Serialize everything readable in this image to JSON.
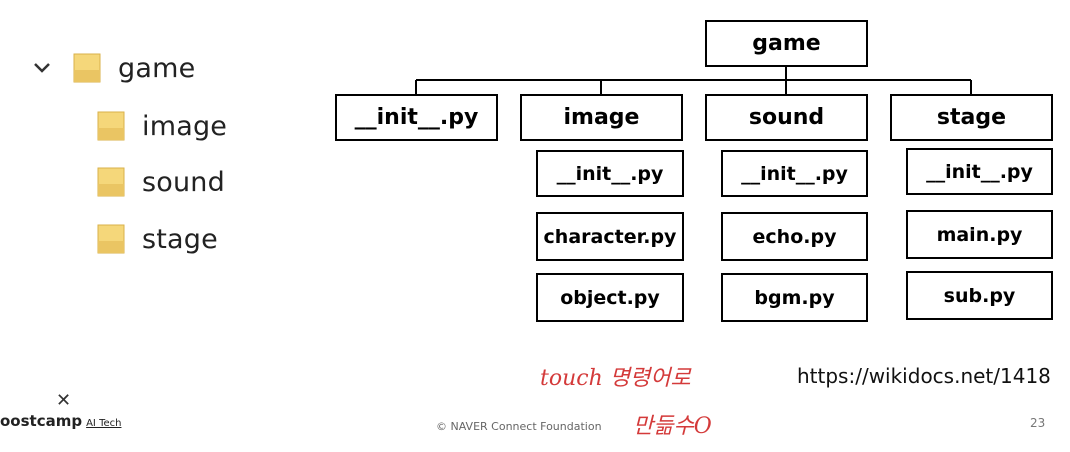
{
  "tree": {
    "root": "game",
    "children": [
      "image",
      "sound",
      "stage"
    ]
  },
  "diagram": {
    "root": "game",
    "level1": [
      "__init__.py",
      "image",
      "sound",
      "stage"
    ],
    "image_files": [
      "__init__.py",
      "character.py",
      "object.py"
    ],
    "sound_files": [
      "__init__.py",
      "echo.py",
      "bgm.py"
    ],
    "stage_files": [
      "__init__.py",
      "main.py",
      "sub.py"
    ]
  },
  "annotation": {
    "line1": "touch 명령어로",
    "line2": "만듦수O"
  },
  "url": "https://wikidocs.net/1418",
  "footer": {
    "brand": "oostcamp",
    "brand_sub": "AI Tech",
    "copyright": "© NAVER Connect Foundation",
    "page": "23"
  },
  "colors": {
    "folder": "#f5d77a",
    "folder_dark": "#e8c35a",
    "annotation": "#d43a3a"
  }
}
